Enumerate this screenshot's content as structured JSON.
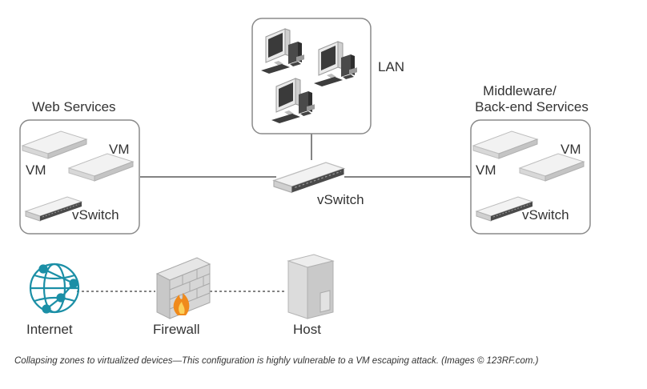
{
  "labels": {
    "web_services": "Web Services",
    "web_vm_1": "VM",
    "web_vm_2": "VM",
    "web_vswitch": "vSwitch",
    "lan": "LAN",
    "core_vswitch": "vSwitch",
    "middleware_line1": "Middleware/",
    "middleware_line2": "Back-end Services",
    "mid_vm_1": "VM",
    "mid_vm_2": "VM",
    "mid_vswitch": "vSwitch",
    "internet": "Internet",
    "firewall": "Firewall",
    "host": "Host"
  },
  "caption": "Collapsing zones to virtualized devices—This configuration is highly vulnerable to a VM escaping attack. (Images © 123RF.com.)",
  "colors": {
    "zone_border": "#8a8a8a",
    "link_line": "#5a5a5a",
    "internet_icon": "#1b8fa6",
    "firewall_brick": "#b5b5b5",
    "flame": "#f08a1c"
  },
  "icons": [
    "monitor-icon",
    "server-icon",
    "switch-icon",
    "globe-network-icon",
    "firewall-icon",
    "host-tower-icon"
  ]
}
